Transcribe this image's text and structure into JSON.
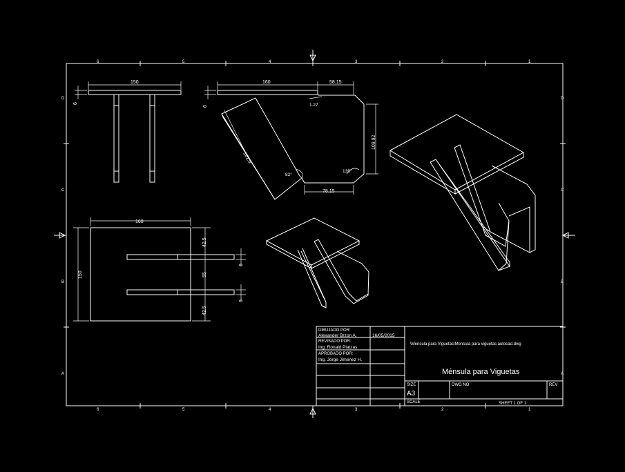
{
  "frame": {
    "col_labels": [
      "6",
      "5",
      "4",
      "3",
      "2",
      "1"
    ],
    "row_labels": [
      "D",
      "C",
      "B",
      "A"
    ]
  },
  "dimensions": {
    "top_left_width": "150",
    "top_left_thk": "6",
    "top_mid_width": "160",
    "top_mid_thk": "6",
    "top_mid_offset": "58.15",
    "chamfer_small": "1.27",
    "profile_height": "109.92",
    "diag_length": "161.6",
    "angle_82": "82°",
    "angle_135": "135°",
    "bottom_offset": "78.15",
    "plan_width": "160",
    "plan_height": "150",
    "gap_top": "42.5",
    "gap_mid": "55",
    "gap_bottom": "42.5",
    "rib_thk_1": "6",
    "rib_thk_2": "6"
  },
  "title_block": {
    "drawn_by_label": "DIBUJADO POR:",
    "drawn_by": "Alexander Brzon A.",
    "date": "16/05/2015",
    "reviewed_by_label": "REVISADO POR:",
    "reviewed_by": "Ing. Ronald Platzas",
    "approved_by_label": "APROBADO POR:",
    "approved_by": "Ing. Jorge Jimenez H.",
    "file_path": "\\Mensula para Viguetas\\Mensula para viguetas autocad.dwg",
    "title": "Ménsula para Viguetas",
    "size_label": "SIZE",
    "size": "A3",
    "dwg_no_label": "DWG NO",
    "rev_label": "REV",
    "scale_label": "SCALE",
    "sheet": "SHEET 1 OF 1"
  }
}
